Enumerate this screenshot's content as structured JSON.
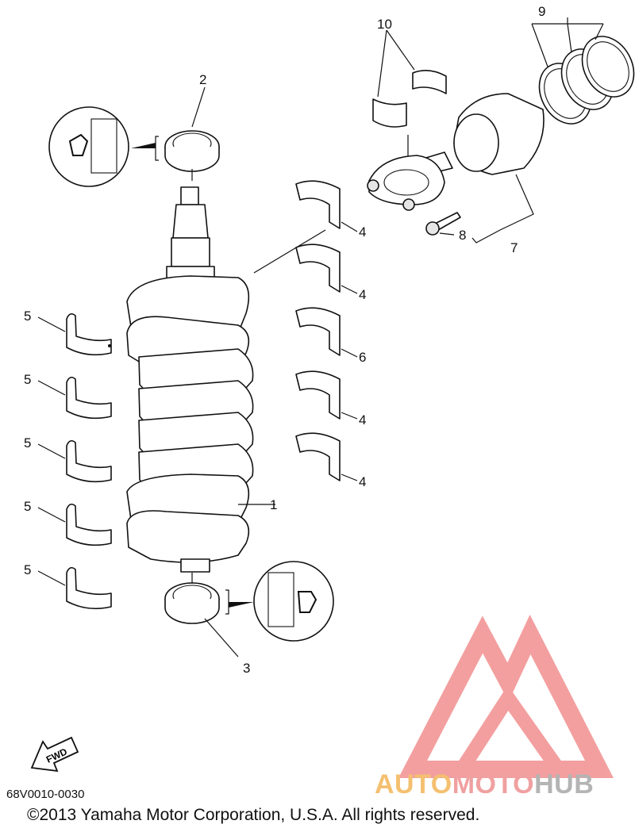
{
  "diagram": {
    "callouts": [
      {
        "id": "c1",
        "text": "1"
      },
      {
        "id": "c2",
        "text": "2"
      },
      {
        "id": "c3",
        "text": "3"
      },
      {
        "id": "c4a",
        "text": "4"
      },
      {
        "id": "c4b",
        "text": "4"
      },
      {
        "id": "c4c",
        "text": "4"
      },
      {
        "id": "c4d",
        "text": "4"
      },
      {
        "id": "c5a",
        "text": "5"
      },
      {
        "id": "c5b",
        "text": "5"
      },
      {
        "id": "c5c",
        "text": "5"
      },
      {
        "id": "c5d",
        "text": "5"
      },
      {
        "id": "c5e",
        "text": "5"
      },
      {
        "id": "c6",
        "text": "6"
      },
      {
        "id": "c7",
        "text": "7"
      },
      {
        "id": "c8",
        "text": "8"
      },
      {
        "id": "c9",
        "text": "9"
      },
      {
        "id": "c10",
        "text": "10"
      }
    ],
    "fwd_label": "FWD",
    "diagram_code": "68V0010-0030",
    "copyright": "©2013 Yamaha Motor Corporation, U.S.A. All rights reserved."
  },
  "watermark": {
    "part1": "AUTO",
    "part2": "MOTO",
    "part3": "HUB",
    "colors": {
      "auto": "#f4c070",
      "moto": "#f0a0a0",
      "hub": "#b4b4b4",
      "triangle": "#f08080"
    }
  }
}
